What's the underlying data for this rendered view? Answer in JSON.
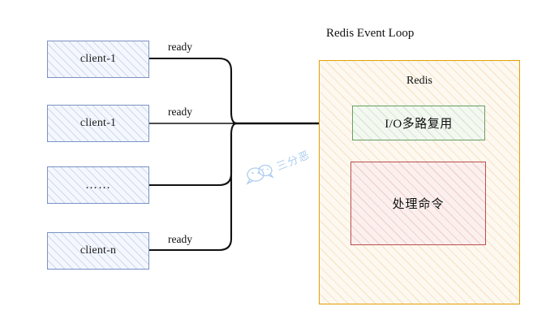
{
  "diagram": {
    "title_right": "Redis Event Loop",
    "watermark_text": "三分恶",
    "watermark_icon": "wechat-logo-icon",
    "colors": {
      "client_border": "#7a92c4",
      "client_fill": "#f4f7fd",
      "redis_border": "#e2a000",
      "redis_fill": "#fdf8f0",
      "io_border": "#6a9e63",
      "io_fill": "#f3f8f1",
      "cmd_border": "#b9504f",
      "cmd_fill": "#fbf0ee",
      "arrow": "#111111",
      "watermark": "#a9cbee"
    }
  },
  "clients": [
    {
      "label": "client-1",
      "edge_label": "ready"
    },
    {
      "label": "client-1",
      "edge_label": "ready"
    },
    {
      "label": "……",
      "edge_label": ""
    },
    {
      "label": "client-n",
      "edge_label": "ready"
    }
  ],
  "redis": {
    "inner_title": "Redis",
    "io_multiplexing": "I/O多路复用",
    "process_command": "处理命令"
  }
}
